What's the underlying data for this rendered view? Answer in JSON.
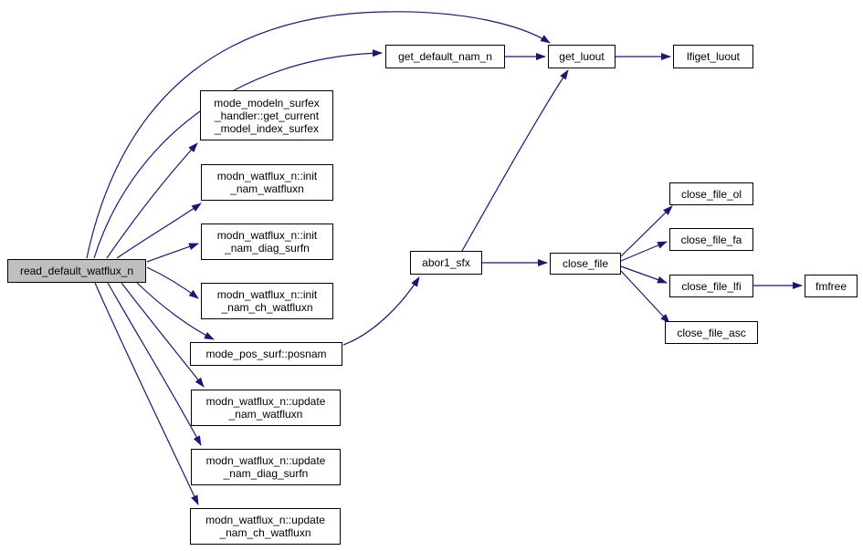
{
  "diagram": {
    "type": "call-graph",
    "background_color": "#ffffff",
    "edge_color": "#191970",
    "node_border_color": "#000000",
    "node_fill_color": "#ffffff",
    "root_node_fill_color": "#bfbfbf",
    "text_color": "#000000"
  },
  "nodes": {
    "root": {
      "label": "read_default_watflux_n"
    },
    "get_default_nam_n": {
      "label": "get_default_nam_n"
    },
    "get_luout": {
      "label": "get_luout"
    },
    "lfiget_luout": {
      "label": "lfiget_luout"
    },
    "get_current_model_index": {
      "label": "mode_modeln_surfex\n_handler::get_current\n_model_index_surfex"
    },
    "init_nam_watfluxn": {
      "label": "modn_watflux_n::init\n_nam_watfluxn"
    },
    "init_nam_diag_surfn": {
      "label": "modn_watflux_n::init\n_nam_diag_surfn"
    },
    "init_nam_ch_watfluxn": {
      "label": "modn_watflux_n::init\n_nam_ch_watfluxn"
    },
    "posnam": {
      "label": "mode_pos_surf::posnam"
    },
    "update_nam_watfluxn": {
      "label": "modn_watflux_n::update\n_nam_watfluxn"
    },
    "update_nam_diag_surfn": {
      "label": "modn_watflux_n::update\n_nam_diag_surfn"
    },
    "update_nam_ch_watfluxn": {
      "label": "modn_watflux_n::update\n_nam_ch_watfluxn"
    },
    "abor1_sfx": {
      "label": "abor1_sfx"
    },
    "close_file": {
      "label": "close_file"
    },
    "close_file_ol": {
      "label": "close_file_ol"
    },
    "close_file_fa": {
      "label": "close_file_fa"
    },
    "close_file_lfi": {
      "label": "close_file_lfi"
    },
    "fmfree": {
      "label": "fmfree"
    },
    "close_file_asc": {
      "label": "close_file_asc"
    }
  },
  "edges": [
    {
      "from": "read_default_watflux_n",
      "to": "get_luout"
    },
    {
      "from": "read_default_watflux_n",
      "to": "get_default_nam_n"
    },
    {
      "from": "read_default_watflux_n",
      "to": "mode_modeln_surfex_handler::get_current_model_index_surfex"
    },
    {
      "from": "read_default_watflux_n",
      "to": "modn_watflux_n::init_nam_watfluxn"
    },
    {
      "from": "read_default_watflux_n",
      "to": "modn_watflux_n::init_nam_diag_surfn"
    },
    {
      "from": "read_default_watflux_n",
      "to": "modn_watflux_n::init_nam_ch_watfluxn"
    },
    {
      "from": "read_default_watflux_n",
      "to": "mode_pos_surf::posnam"
    },
    {
      "from": "read_default_watflux_n",
      "to": "modn_watflux_n::update_nam_watfluxn"
    },
    {
      "from": "read_default_watflux_n",
      "to": "modn_watflux_n::update_nam_diag_surfn"
    },
    {
      "from": "read_default_watflux_n",
      "to": "modn_watflux_n::update_nam_ch_watfluxn"
    },
    {
      "from": "get_default_nam_n",
      "to": "get_luout"
    },
    {
      "from": "get_luout",
      "to": "lfiget_luout"
    },
    {
      "from": "mode_pos_surf::posnam",
      "to": "abor1_sfx"
    },
    {
      "from": "abor1_sfx",
      "to": "get_luout"
    },
    {
      "from": "abor1_sfx",
      "to": "close_file"
    },
    {
      "from": "close_file",
      "to": "close_file_ol"
    },
    {
      "from": "close_file",
      "to": "close_file_fa"
    },
    {
      "from": "close_file",
      "to": "close_file_lfi"
    },
    {
      "from": "close_file",
      "to": "close_file_asc"
    },
    {
      "from": "close_file_lfi",
      "to": "fmfree"
    }
  ]
}
